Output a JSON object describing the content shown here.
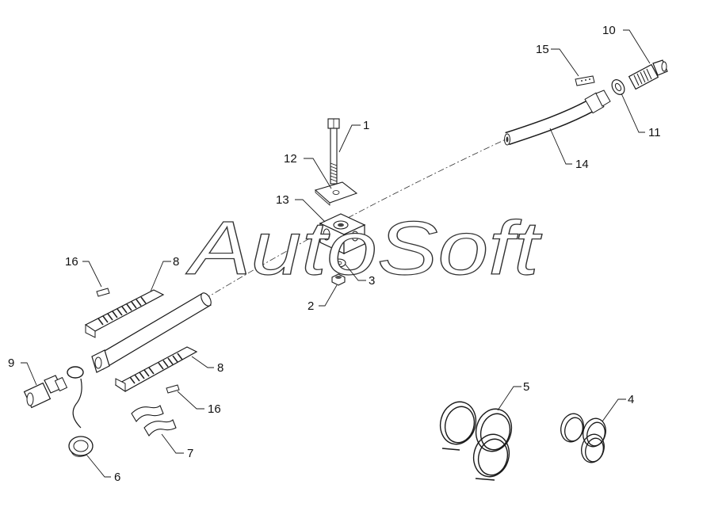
{
  "watermark": "AutoSoft",
  "colors": {
    "line": "#1a1a1a",
    "fill": "#ffffff",
    "shade": "#555555",
    "dark": "#222222"
  },
  "callouts": [
    {
      "id": "c1",
      "label": "1"
    },
    {
      "id": "c2",
      "label": "2"
    },
    {
      "id": "c3",
      "label": "3"
    },
    {
      "id": "c4",
      "label": "4"
    },
    {
      "id": "c5",
      "label": "5"
    },
    {
      "id": "c6",
      "label": "6"
    },
    {
      "id": "c7",
      "label": "7"
    },
    {
      "id": "c8a",
      "label": "8"
    },
    {
      "id": "c8b",
      "label": "8"
    },
    {
      "id": "c9",
      "label": "9"
    },
    {
      "id": "c10",
      "label": "10"
    },
    {
      "id": "c11",
      "label": "11"
    },
    {
      "id": "c12",
      "label": "12"
    },
    {
      "id": "c13",
      "label": "13"
    },
    {
      "id": "c14",
      "label": "14"
    },
    {
      "id": "c15",
      "label": "15"
    },
    {
      "id": "c16a",
      "label": "16"
    },
    {
      "id": "c16b",
      "label": "16"
    }
  ]
}
